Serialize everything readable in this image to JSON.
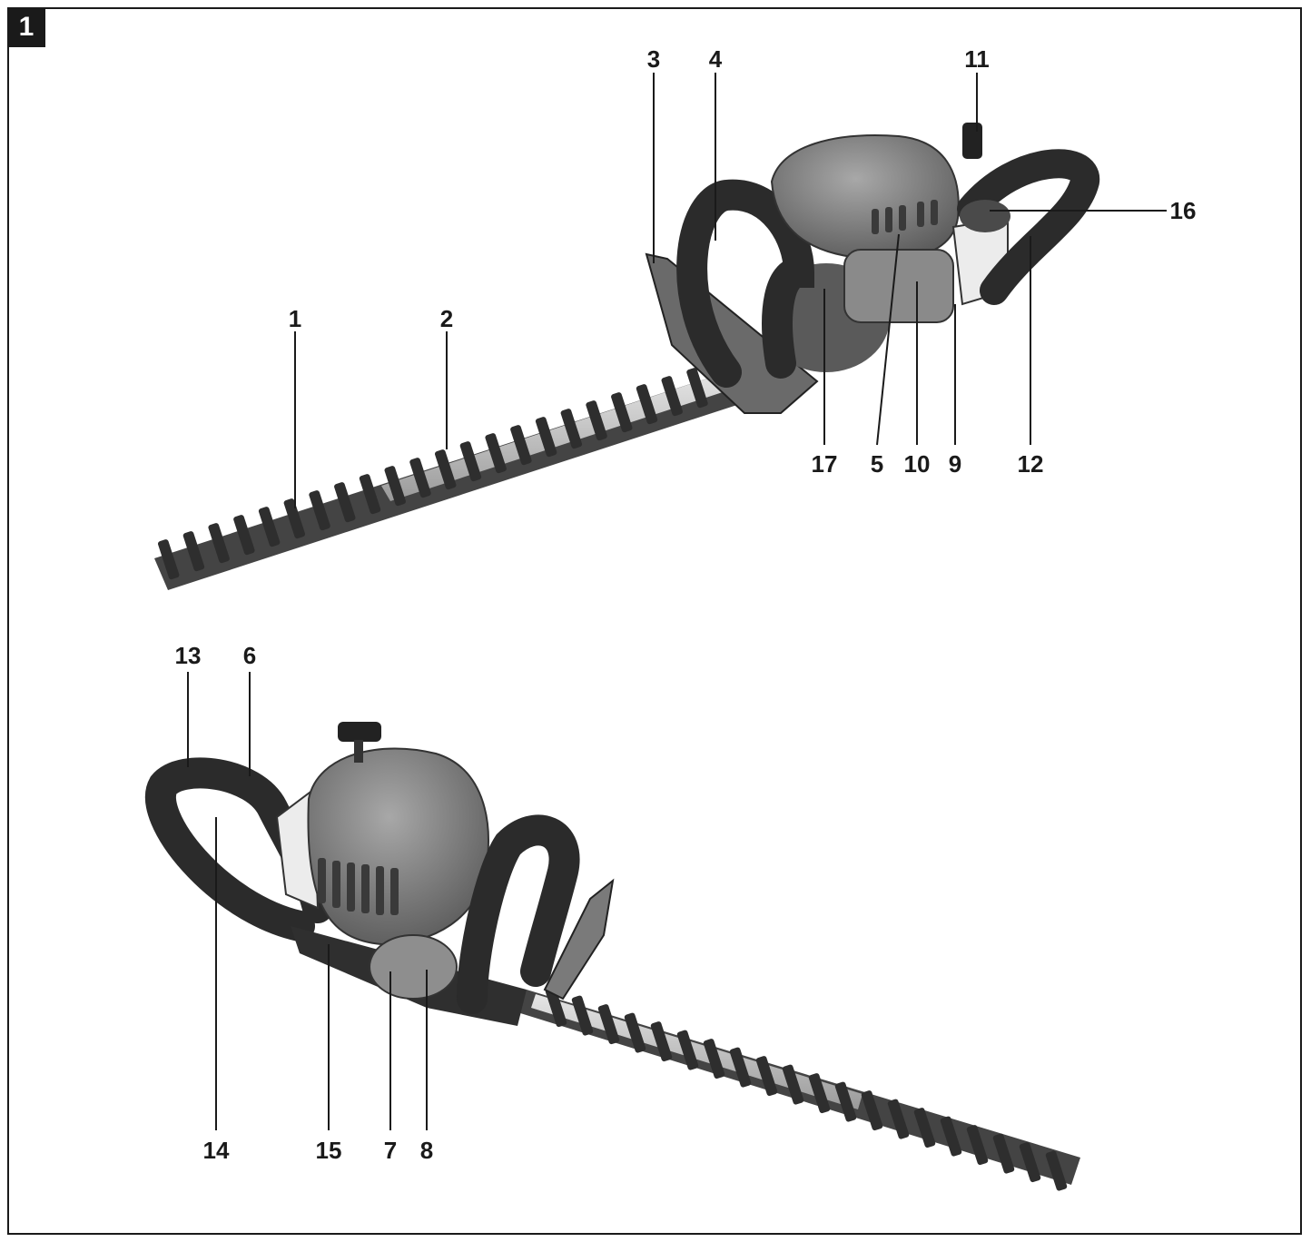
{
  "figure": {
    "number": "1"
  },
  "colors": {
    "line": "#1a1a1a",
    "blade_light": "#cfcfcf",
    "blade_dark": "#3a3a3a",
    "engine": "#7a7a7a",
    "engine_dark": "#4d4d4d",
    "handle": "#2b2b2b",
    "tank": "#e8e8e8"
  },
  "callouts": [
    {
      "id": "1",
      "label": "1"
    },
    {
      "id": "2",
      "label": "2"
    },
    {
      "id": "3",
      "label": "3"
    },
    {
      "id": "4",
      "label": "4"
    },
    {
      "id": "11",
      "label": "11"
    },
    {
      "id": "16",
      "label": "16"
    },
    {
      "id": "12",
      "label": "12"
    },
    {
      "id": "9",
      "label": "9"
    },
    {
      "id": "10",
      "label": "10"
    },
    {
      "id": "5",
      "label": "5"
    },
    {
      "id": "17",
      "label": "17"
    },
    {
      "id": "13",
      "label": "13"
    },
    {
      "id": "6",
      "label": "6"
    },
    {
      "id": "14",
      "label": "14"
    },
    {
      "id": "15",
      "label": "15"
    },
    {
      "id": "7",
      "label": "7"
    },
    {
      "id": "8",
      "label": "8"
    }
  ]
}
